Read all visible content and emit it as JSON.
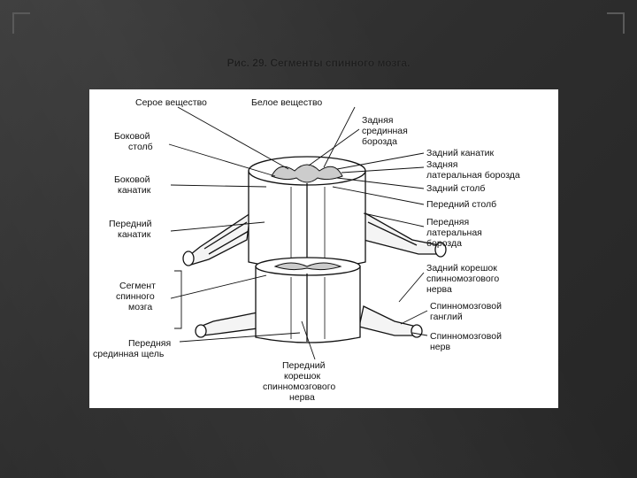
{
  "slide": {
    "title": "Рис. 29. Сегменты спинного мозга."
  },
  "figure": {
    "labels_left": [
      [
        "Серое вещество"
      ],
      [
        "Боковой",
        "столб"
      ],
      [
        "Боковой",
        "канатик"
      ],
      [
        "Передний",
        "канатик"
      ],
      [
        "Сегмент",
        "спинного",
        "мозга"
      ],
      [
        "Передняя",
        "срединная щель"
      ]
    ],
    "labels_top": [
      [
        "Белое вещество"
      ]
    ],
    "labels_right": [
      [
        "Задняя",
        "срединная",
        "борозда"
      ],
      [
        "Задний канатик"
      ],
      [
        "Задняя",
        "латеральная борозда"
      ],
      [
        "Задний столб"
      ],
      [
        "Передний  столб"
      ],
      [
        "Передняя",
        "латеральная",
        "борозда"
      ],
      [
        "Задний корешок",
        "спинномозгового",
        "нерва"
      ],
      [
        "Спинномозговой",
        "ганглий"
      ],
      [
        "Спинномозговой",
        "нерв"
      ]
    ],
    "labels_bottom": [
      [
        "Передний",
        "корешок",
        "спинномозгового",
        "нерва"
      ]
    ]
  },
  "colors": {
    "background": "#2e2e2e",
    "title": "#1e1e1e",
    "figure_bg": "#ffffff",
    "ink": "#111111"
  }
}
